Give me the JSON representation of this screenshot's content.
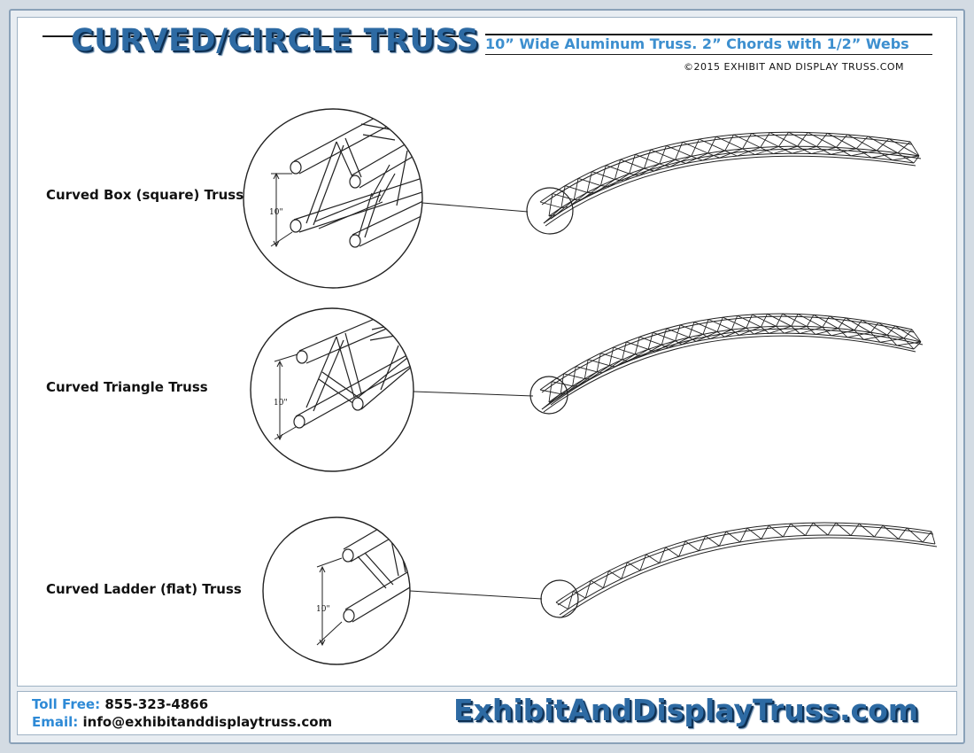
{
  "header": {
    "title": "CURVED/CIRCLE TRUSS",
    "subtitle": "10” Wide Aluminum Truss. 2” Chords with 1/2” Webs",
    "copyright": "©2015 EXHIBIT AND DISPLAY TRUSS.COM"
  },
  "sections": [
    {
      "label": "Curved Box (square) Truss",
      "dimension": "10\""
    },
    {
      "label": "Curved Triangle Truss",
      "dimension": "10\""
    },
    {
      "label": "Curved Ladder (flat) Truss",
      "dimension": "10\""
    }
  ],
  "footer": {
    "phone_label": "Toll Free:",
    "phone": "855-323-4866",
    "email_label": "Email:",
    "email": "info@exhibitanddisplaytruss.com",
    "brand": "ExhibitAndDisplayTruss.com"
  },
  "colors": {
    "brand_blue": "#2d6aa3",
    "accent_blue": "#3d8fcf",
    "footer_key": "#2e8ad6",
    "line": "#1a1a1a"
  }
}
